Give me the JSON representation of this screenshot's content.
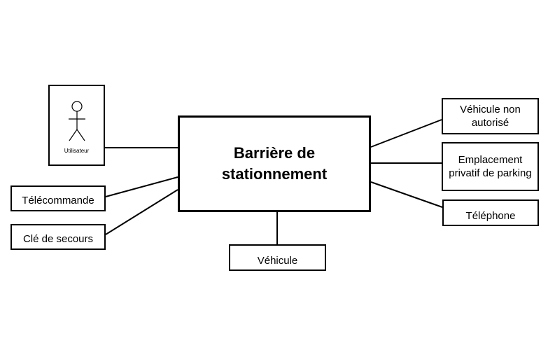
{
  "central": {
    "line1": "Barrière de",
    "line2": "stationnement"
  },
  "actor": {
    "label": "Utilisateur"
  },
  "left_boxes": {
    "telecommande": "Télécommande",
    "cle_de_secours": "Clé de secours"
  },
  "bottom_box": {
    "vehicule": "Véhicule"
  },
  "right_boxes": {
    "vehicule_non_autorise": {
      "line1": "Véhicule non",
      "line2": "autorisé"
    },
    "emplacement_prive": {
      "line1": "Emplacement",
      "line2": "privatif de parking"
    },
    "telephone": "Téléphone"
  },
  "colors": {
    "stroke": "#000000",
    "fill": "#ffffff"
  },
  "icons": {
    "actor": "stick-figure-icon"
  }
}
